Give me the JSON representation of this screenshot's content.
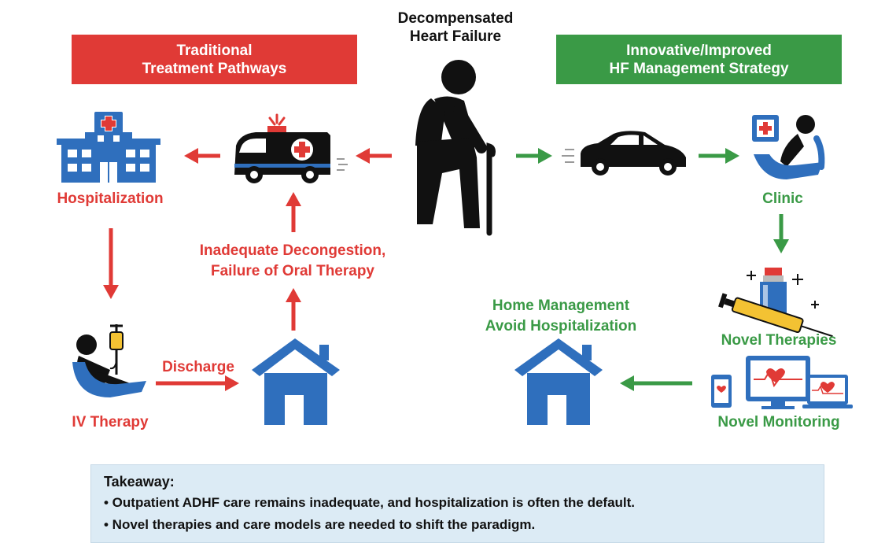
{
  "title": {
    "line1": "Decompensated",
    "line2": "Heart Failure"
  },
  "banners": {
    "traditional": {
      "line1": "Traditional",
      "line2": "Treatment Pathways",
      "color": "#e03a36"
    },
    "innovative": {
      "line1": "Innovative/Improved",
      "line2": "HF Management Strategy",
      "color": "#3a9a46"
    }
  },
  "labels": {
    "hospitalization": "Hospitalization",
    "iv_therapy": "IV Therapy",
    "discharge": "Discharge",
    "inadequate_line1": "Inadequate Decongestion,",
    "inadequate_line2": "Failure of Oral Therapy",
    "clinic": "Clinic",
    "novel_therapies": "Novel Therapies",
    "novel_monitoring": "Novel Monitoring",
    "home_line1": "Home Management",
    "home_line2": "Avoid Hospitalization"
  },
  "takeaway": {
    "heading": "Takeaway:",
    "points": [
      "• Outpatient ADHF care remains inadequate, and hospitalization is often the default.",
      "• Novel therapies and care models are needed to shift the paradigm."
    ]
  },
  "colors": {
    "red": "#e03a36",
    "green": "#3a9a46",
    "blue": "#2f6fbd",
    "dark": "#111111"
  },
  "icons": [
    "hospital-icon",
    "ambulance-icon",
    "elderly-person-icon",
    "car-icon",
    "clinic-chair-icon",
    "iv-therapy-icon",
    "house-icon",
    "vial-syringe-icon",
    "monitoring-devices-icon"
  ]
}
